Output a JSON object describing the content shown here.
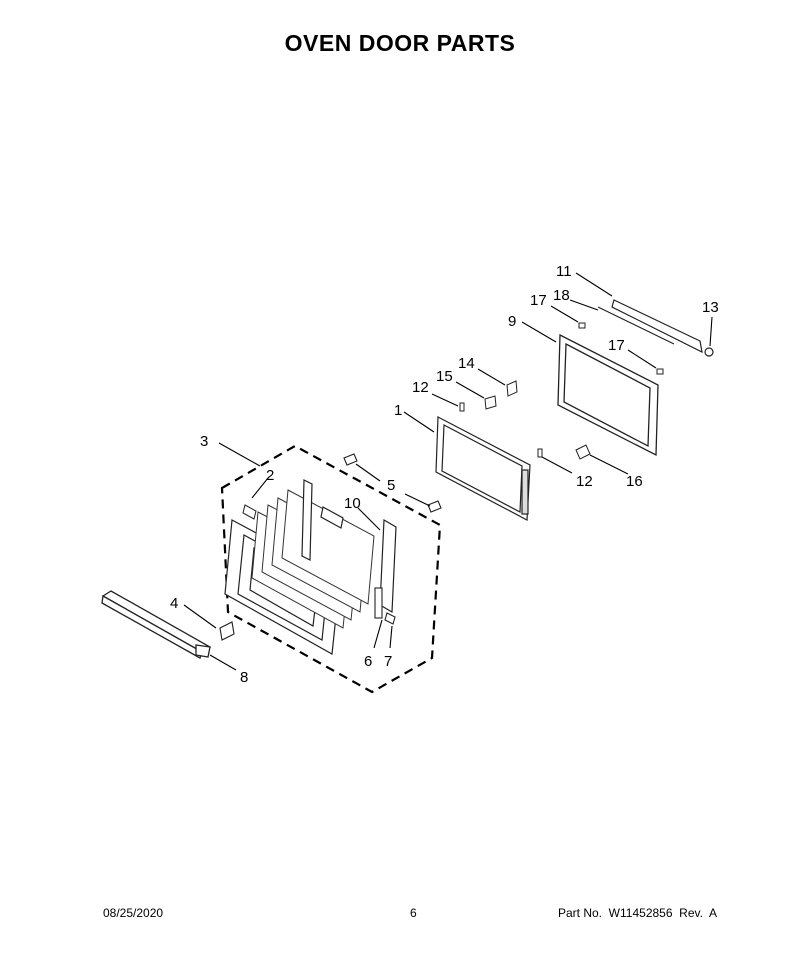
{
  "page": {
    "title": "OVEN DOOR PARTS"
  },
  "diagram": {
    "callouts": [
      "1",
      "2",
      "3",
      "4",
      "5",
      "6",
      "7",
      "8",
      "9",
      "10",
      "11",
      "12",
      "12",
      "13",
      "14",
      "15",
      "16",
      "17",
      "17",
      "18"
    ]
  },
  "footer": {
    "date": "08/25/2020",
    "page_number": "6",
    "part_number": "Part No.  W11452856  Rev.  A"
  }
}
